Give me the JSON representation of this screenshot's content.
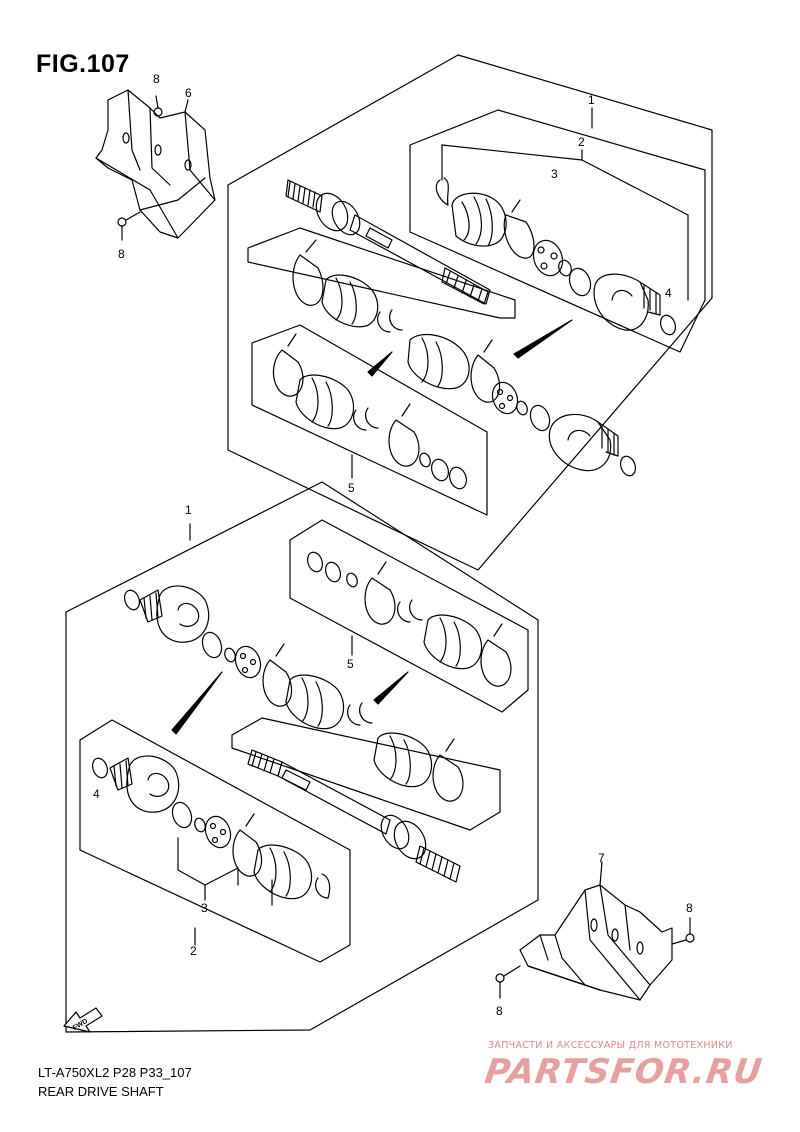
{
  "figure": {
    "title": "FIG.107",
    "code": "LT-A750XL2 P28 P33_107",
    "name": "REAR DRIVE SHAFT",
    "fwd": "FWD"
  },
  "callouts": {
    "top_bracket_bolt_upper": "8",
    "top_bracket_bolt_lower": "8",
    "top_bracket": "6",
    "top_assy": "1",
    "top_outer_joint": "2",
    "top_joint_set": "3",
    "top_circlip": "4",
    "top_boot_kit": "5",
    "bottom_assy": "1",
    "bottom_boot_kit": "5",
    "bottom_circlip": "4",
    "bottom_joint_set": "3",
    "bottom_outer_joint": "2",
    "bottom_guard": "7",
    "bottom_guard_bolt_right": "8",
    "bottom_guard_bolt_lower": "8"
  },
  "watermark": {
    "tagline": "ЗАПЧАСТИ И АКСЕССУАРЫ ДЛЯ МОТОТЕХНИКИ",
    "brand": "PARTSFOR.RU"
  }
}
